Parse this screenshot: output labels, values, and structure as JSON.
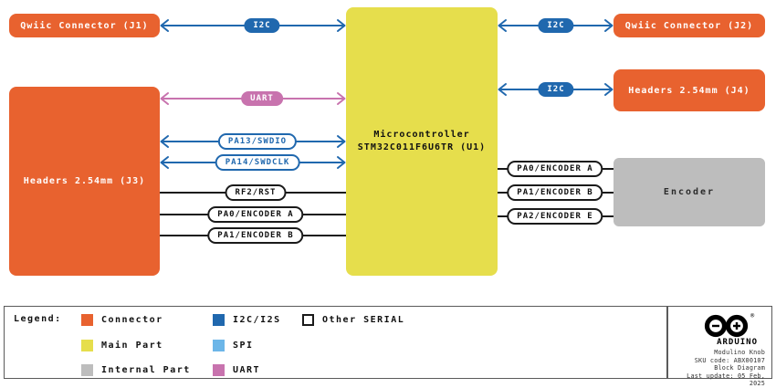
{
  "blocks": {
    "j1": {
      "label": "Qwiic Connector (J1)"
    },
    "j2": {
      "label": "Qwiic Connector (J2)"
    },
    "j3": {
      "label": "Headers 2.54mm (J3)"
    },
    "j4": {
      "label": "Headers 2.54mm (J4)"
    },
    "mcu": {
      "line1": "Microcontroller",
      "line2": "STM32C011F6U6TR (U1)"
    },
    "encoder": {
      "label": "Encoder"
    }
  },
  "connections": {
    "i2c_j1": "I2C",
    "uart": "UART",
    "pa13": "PA13/SWDIO",
    "pa14": "PA14/SWDCLK",
    "rst": "RF2/RST",
    "pa0_left": "PA0/ENCODER A",
    "pa1_left": "PA1/ENCODER B",
    "i2c_j2": "I2C",
    "i2c_j4": "I2C",
    "pa0_right": "PA0/ENCODER A",
    "pa1_right": "PA1/ENCODER B",
    "pa2_right": "PA2/ENCODER E"
  },
  "legend": {
    "title": "Legend:",
    "items": [
      {
        "label": "Connector",
        "color": "#E8622F",
        "type": "filled"
      },
      {
        "label": "Main Part",
        "color": "#E6DE4C",
        "type": "filled"
      },
      {
        "label": "Internal Part",
        "color": "#BDBDBD",
        "type": "filled"
      },
      {
        "label": "I2C/I2S",
        "color": "#2068AE",
        "type": "filled"
      },
      {
        "label": "SPI",
        "color": "#6CB6E8",
        "type": "filled"
      },
      {
        "label": "UART",
        "color": "#C873AE",
        "type": "filled"
      },
      {
        "label": "Other SERIAL",
        "color": "#FFFFFF",
        "type": "outlined"
      }
    ]
  },
  "footer": {
    "brand": "ARDUINO",
    "registered": "®",
    "product": "Modulino Knob",
    "sku": "SKU code: ABX00107",
    "doc_type": "Block Diagram",
    "last_update": "Last update: 05 Feb, 2025"
  },
  "colors": {
    "connector_orange": "#E8622F",
    "main_part_yellow": "#E6DE4C",
    "internal_gray": "#BDBDBD",
    "i2c_blue": "#2068AE",
    "spi_light_blue": "#6CB6E8",
    "uart_pink": "#C873AE",
    "line_black": "#1A1A1A"
  }
}
